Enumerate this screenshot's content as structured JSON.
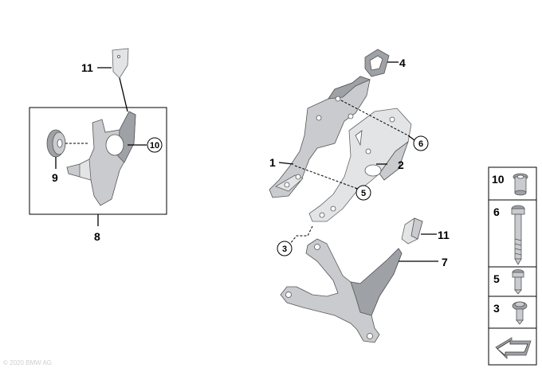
{
  "callouts": {
    "c1": "1",
    "c2": "2",
    "c3": "3",
    "c4": "4",
    "c5": "5",
    "c6": "6",
    "c7": "7",
    "c8": "8",
    "c9": "9",
    "c10": "10",
    "c11a": "11",
    "c11b": "11"
  },
  "legend": {
    "items": [
      {
        "number": "10",
        "part": "spacer-sleeve"
      },
      {
        "number": "6",
        "part": "long-screw"
      },
      {
        "number": "5",
        "part": "short-screw"
      },
      {
        "number": "3",
        "part": "collar-screw"
      }
    ]
  },
  "watermark": "© 2020 BMW AG"
}
